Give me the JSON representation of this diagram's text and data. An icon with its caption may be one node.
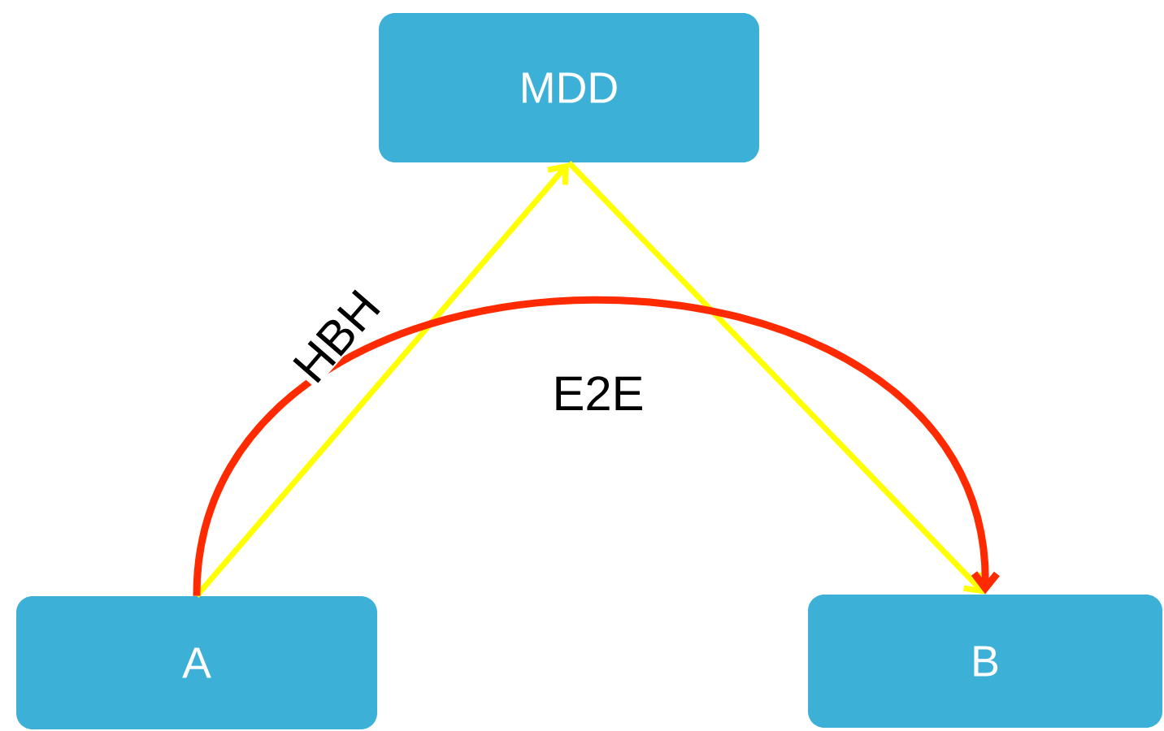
{
  "diagram": {
    "nodes": [
      {
        "text": [
          "A"
        ]
      },
      {
        "text": [
          "MDD"
        ]
      },
      {
        "text": [
          "B"
        ]
      }
    ],
    "edges": [
      {
        "from": 0,
        "to": 1,
        "arrow": "to",
        "label": "HBH"
      },
      {
        "from": 1,
        "to": 2,
        "arrow": "to"
      },
      {
        "from": 0,
        "to": 2,
        "arrow": "to",
        "label": "E2E",
        "color": "#ff2a00"
      }
    ]
  }
}
